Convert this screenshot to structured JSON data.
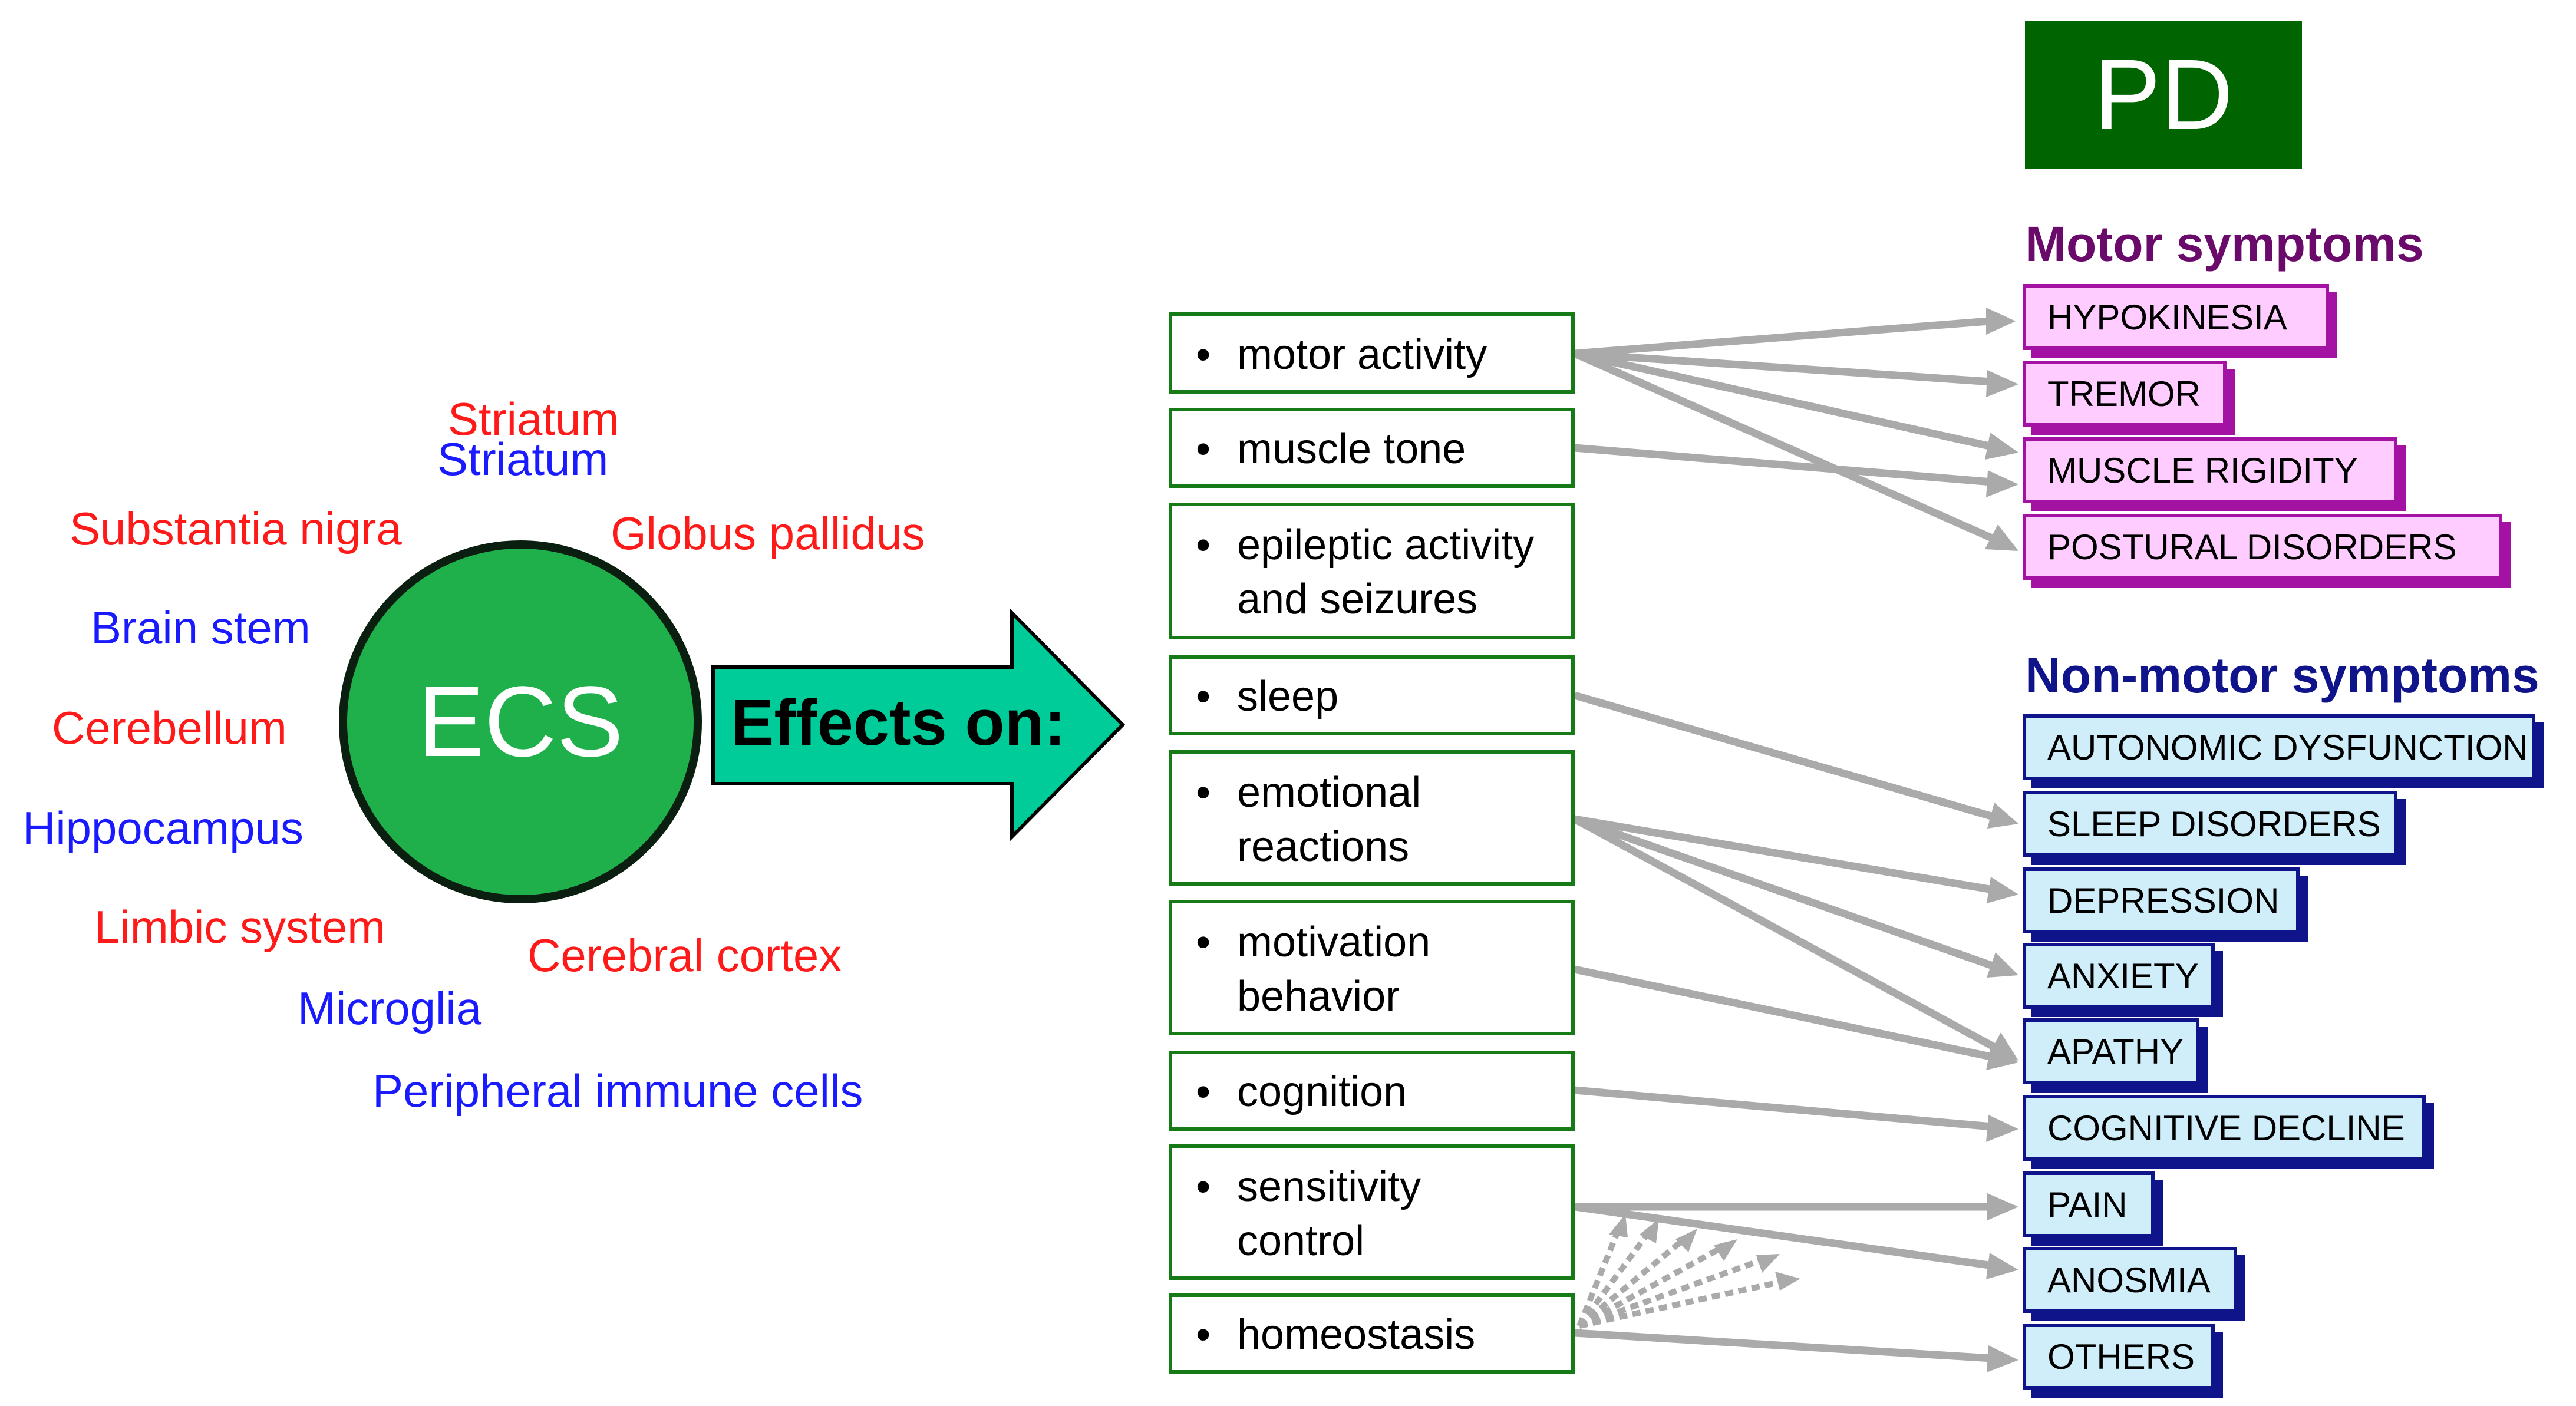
{
  "brain_regions": [
    {
      "label": "Striatum",
      "color": "#ff1a1a"
    },
    {
      "label": "Striatum",
      "color": "#1a1aff"
    },
    {
      "label": "Substantia nigra",
      "color": "#ff1a1a"
    },
    {
      "label": "Globus pallidus",
      "color": "#ff1a1a"
    },
    {
      "label": "Brain stem",
      "color": "#1a1aff"
    },
    {
      "label": "Cerebellum",
      "color": "#ff1a1a"
    },
    {
      "label": "Hippocampus",
      "color": "#1a1aff"
    },
    {
      "label": "Limbic system",
      "color": "#ff1a1a"
    },
    {
      "label": "Cerebral cortex",
      "color": "#ff1a1a"
    },
    {
      "label": "Microglia",
      "color": "#1a1aff"
    },
    {
      "label": "Peripheral immune cells",
      "color": "#1a1aff"
    }
  ],
  "ecs": {
    "label": "ECS",
    "color": "#1fb04c"
  },
  "effects_arrow": {
    "label": "Effects on:",
    "color": "#00cc99"
  },
  "effects": [
    "motor activity",
    "muscle tone",
    "epileptic activity\nand seizures",
    "sleep",
    "emotional\nreactions",
    "motivation\nbehavior",
    "cognition",
    "sensitivity\ncontrol",
    "homeostasis"
  ],
  "bullet": "•",
  "pd": {
    "label": "PD",
    "color": "#006400"
  },
  "motor": {
    "title": "Motor symptoms",
    "title_color": "#6a0a6a",
    "items": [
      "HYPOKINESIA",
      "TREMOR",
      "MUSCLE RIGIDITY",
      "POSTURAL DISORDERS"
    ]
  },
  "nonmotor": {
    "title": "Non-motor symptoms",
    "title_color": "#10148a",
    "items": [
      "AUTONOMIC DYSFUNCTION",
      "SLEEP DISORDERS",
      "DEPRESSION",
      "ANXIETY",
      "APATHY",
      "COGNITIVE DECLINE",
      "PAIN",
      "ANOSMIA",
      "OTHERS"
    ]
  },
  "arrow_color": "#aaaaaa"
}
